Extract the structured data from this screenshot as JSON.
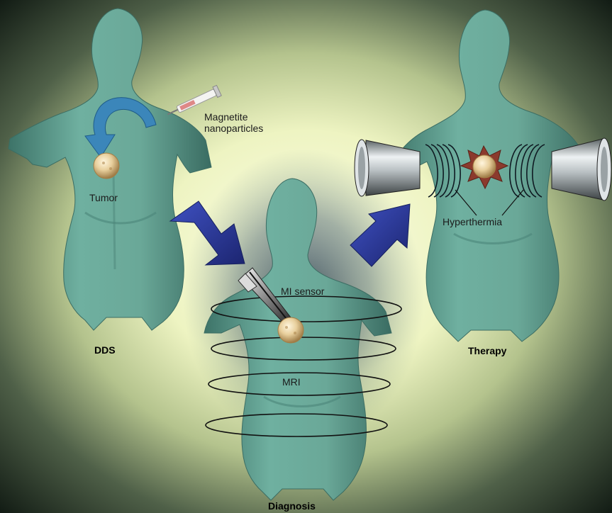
{
  "labels": {
    "magnetite": "Magnetite\nnanoparticles",
    "tumor": "Tumor",
    "dds": "DDS",
    "mi_sensor": "MI sensor",
    "mri": "MRI",
    "hyperthermia": "Hyperthermia",
    "therapy": "Therapy",
    "diagnosis": "Diagnosis"
  },
  "colors": {
    "background_center": "#f1f6c6",
    "background_edge": "#0e1810",
    "body": "#5a9c8e",
    "body_shadow": "#335f56",
    "tumor": "#e8d2a8",
    "arrow": "#2c3a9a",
    "curved_arrow": "#3a84b8",
    "burst": "#8e3a2c"
  },
  "icons": [
    "syringe-icon",
    "curved-arrow-icon",
    "tumor-icon",
    "block-arrow-icon",
    "mi-sensor-probe-icon",
    "mri-coil-icon",
    "magnet-cone-icon",
    "heat-burst-icon"
  ]
}
